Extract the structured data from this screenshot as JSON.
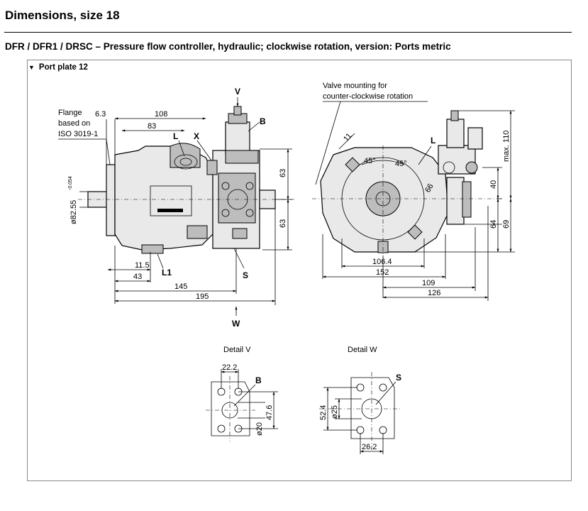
{
  "page_title": "Dimensions, size 18",
  "section_title": "DFR / DFR1 / DRSC – Pressure flow controller, hydraulic; clockwise rotation, version: Ports metric",
  "port_plate": "Port plate 12",
  "side_view": {
    "flange_note": [
      "Flange",
      "based on",
      "ISO 3019-1"
    ],
    "dims": [
      "6.3",
      "108",
      "83",
      "63",
      "63",
      "11.5",
      "43",
      "145",
      "195"
    ],
    "shaft_dim": "ø82.55",
    "shaft_tol": "-0.054",
    "labels": [
      "V",
      "B",
      "L",
      "X",
      "L1",
      "S",
      "W"
    ]
  },
  "front_view": {
    "valve_note": [
      "Valve mounting for",
      "counter-clockwise rotation"
    ],
    "dims": [
      "11",
      "45°",
      "45°",
      "106.4",
      "152",
      "109",
      "126",
      "max. 110",
      "40",
      "64",
      "69"
    ],
    "labels": [
      "L"
    ]
  },
  "detail_v": {
    "title": "Detail V",
    "dims": [
      "22.2",
      "47.6",
      "ø20"
    ],
    "port": "B"
  },
  "detail_w": {
    "title": "Detail W",
    "dims": [
      "52.4",
      "ø25",
      "26.2"
    ],
    "port": "S"
  }
}
